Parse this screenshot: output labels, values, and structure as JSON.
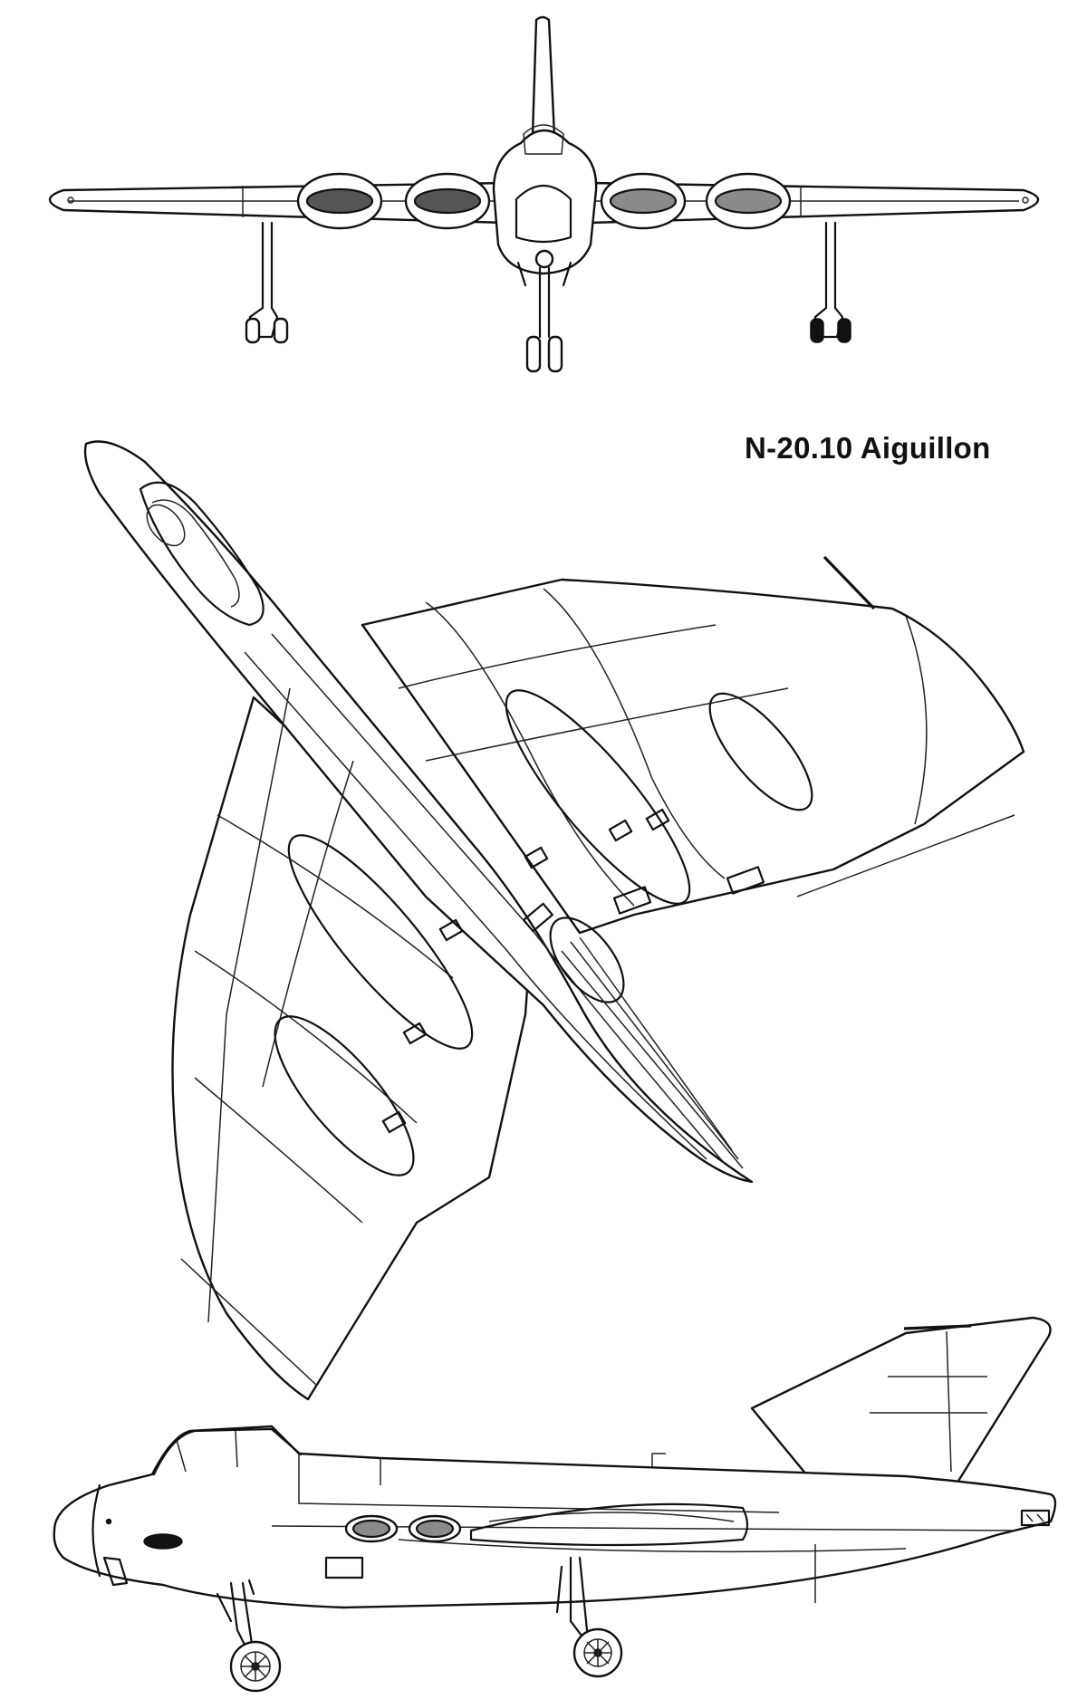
{
  "diagram": {
    "title": "N-20.10 Aiguillon",
    "views": [
      {
        "name": "front-view"
      },
      {
        "name": "top-view"
      },
      {
        "name": "side-view"
      }
    ]
  }
}
